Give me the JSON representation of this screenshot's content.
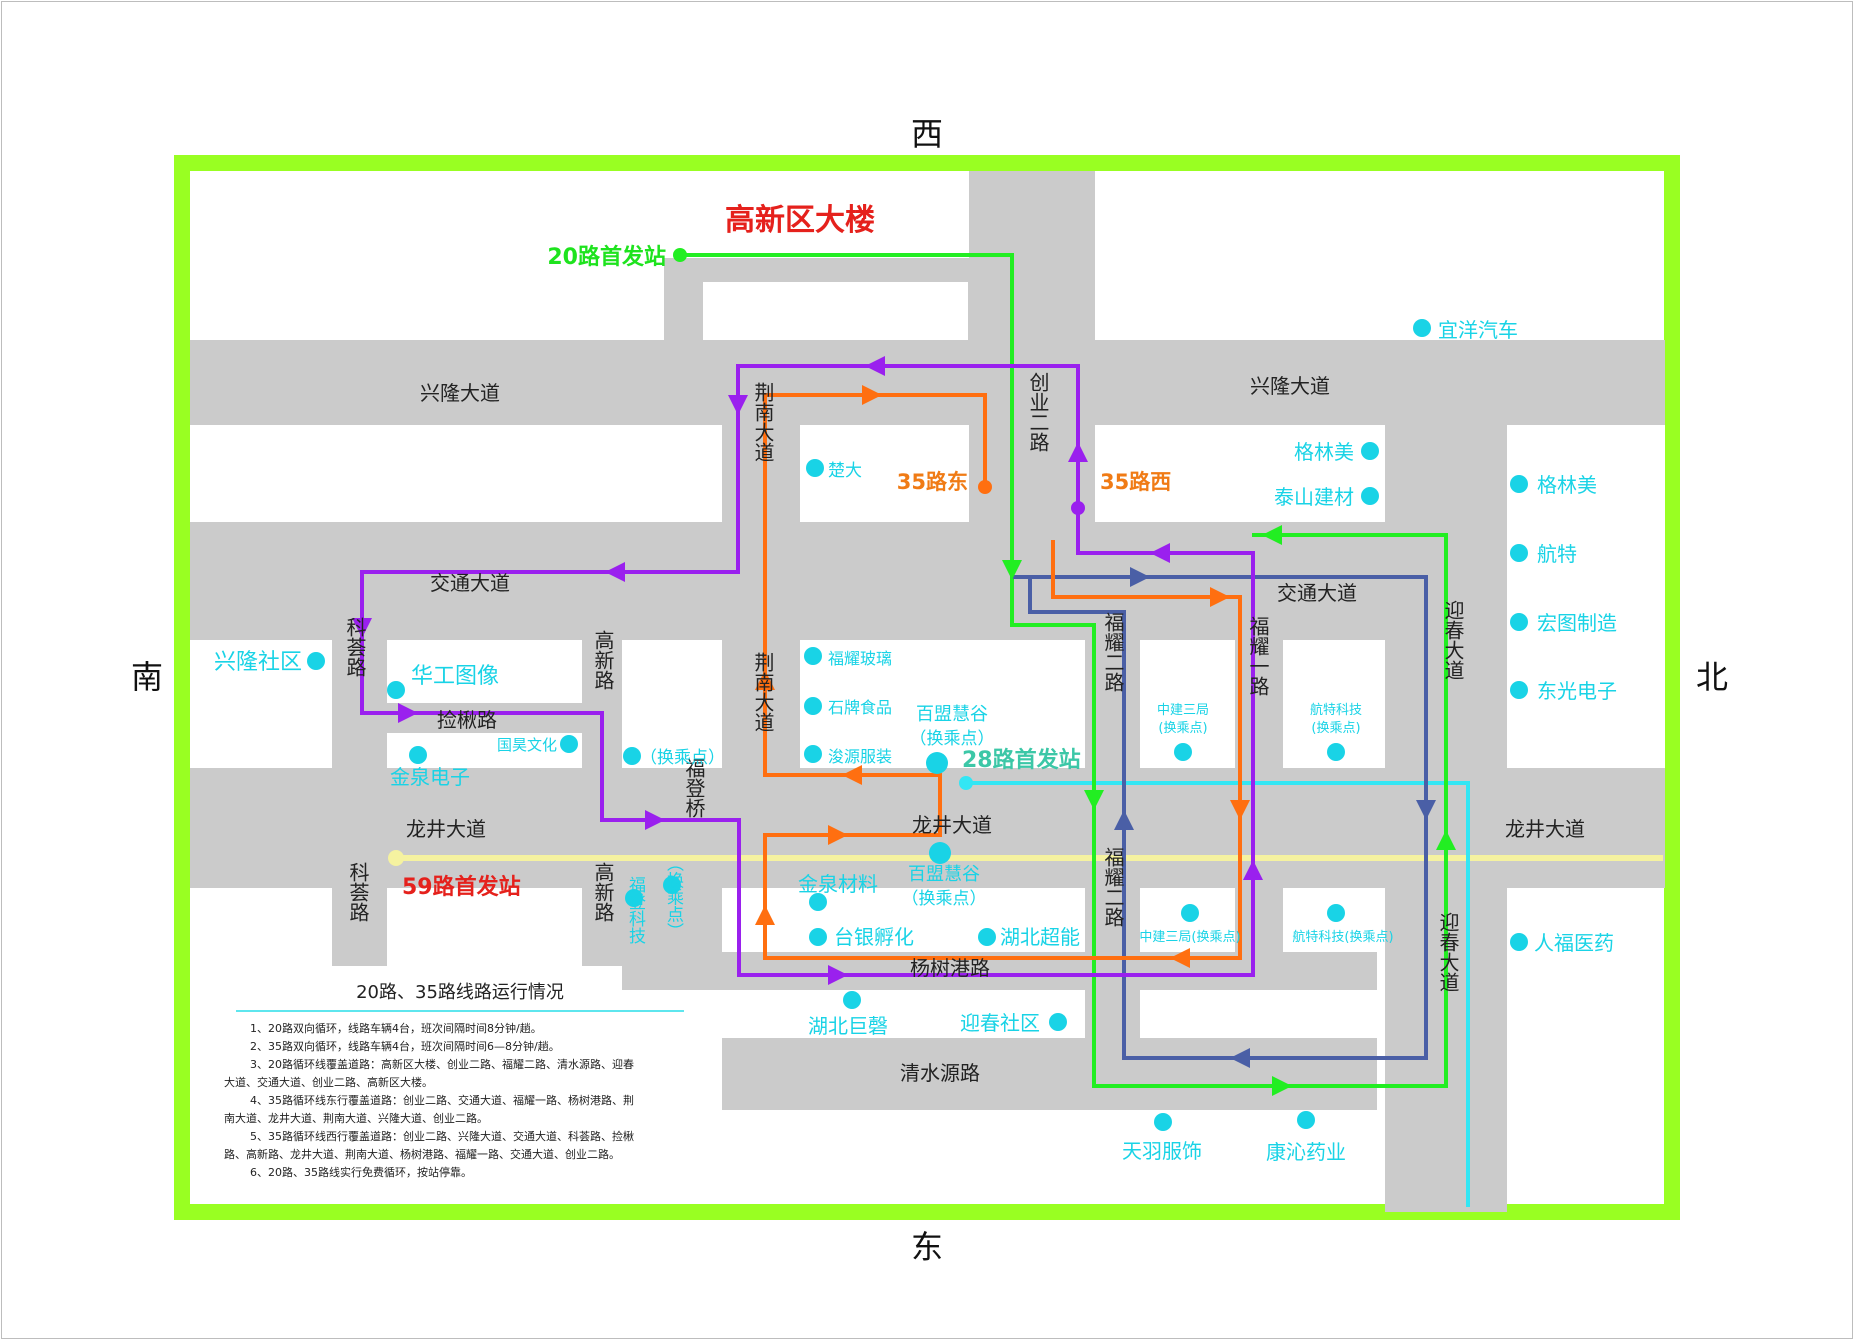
{
  "compass": {
    "west": "西",
    "east": "东",
    "south": "南",
    "north": "北"
  },
  "colors": {
    "frame": "#99ff22",
    "road": "#cbcbcb",
    "block": "#ffffff",
    "route20": "#22ee22",
    "route35east": "#ff6f10",
    "route35west": "#9a20ee",
    "route20blue": "#4a5fa6",
    "route28": "#33e6f4",
    "route59": "#f5f2a0",
    "poi": "#19d3e6"
  },
  "title": "高新区大楼",
  "terminals": {
    "r20": "20路首发站",
    "r35east": "35路东",
    "r35west": "35路西",
    "r28": "28路首发站",
    "r59": "59路首发站"
  },
  "roads": {
    "xinglong_w": "兴隆大道",
    "xinglong_e": "兴隆大道",
    "jingnan_top": "荆南大道",
    "jingnan_mid": "荆南大道",
    "chuangye": "创业二路",
    "jiaotong_w": "交通大道",
    "jiaotong_e": "交通大道",
    "kehui_top": "科荟路",
    "kehui_bot": "科荟路",
    "jianqiu": "捡楸路",
    "gaoxin_top": "高新路",
    "gaoxin_bot": "高新路",
    "fudeng": "福登桥",
    "longjing_w": "龙井大道",
    "longjing_mid": "龙井大道",
    "longjing_e": "龙井大道",
    "yangshugang": "杨树港路",
    "qingshuiyuan": "清水源路",
    "fuyao2_top": "福耀二路",
    "fuyao2_bot": "福耀二路",
    "fuyao1": "福耀一路",
    "yingchun_top": "迎春大道",
    "yingchun_bot": "迎春大道"
  },
  "pois": {
    "yiyang": "宜洋汽车",
    "chuda": "楚大",
    "gelinmei1": "格林美",
    "taishan": "泰山建材",
    "gelinmei2": "格林美",
    "hangte": "航特",
    "hongtu": "宏图制造",
    "dongguang": "东光电子",
    "xinglong_sq": "兴隆社区",
    "huagong": "华工图像",
    "guohao": "国昊文化",
    "jinquan_dz": "金泉电子",
    "transfer_a": "（换乘点）",
    "fuyao_bl": "福耀玻璃",
    "shipai": "石牌食品",
    "junyuan": "浚源服装",
    "baimeng1": "百盟慧谷",
    "baimeng1_t": "（换乘点）",
    "zj3_top": "中建三局",
    "zj3_top_t": "(换乘点)",
    "hangtekj_top": "航特科技",
    "hangtekj_top_t": "(换乘点)",
    "jinquan_cl": "金泉材料",
    "baimeng2": "百盟慧谷",
    "baimeng2_t": "（换乘点）",
    "taiyin": "台银孵化",
    "hubei_cn": "湖北超能",
    "zj3_bot": "中建三局(换乘点)",
    "hangtekj_bot": "航特科技(换乘点)",
    "renfu": "人福医药",
    "fudengkj": "福登科技",
    "transfer_b": "（换乘点）",
    "hubei_jq": "湖北巨磬",
    "yingchun_sq": "迎春社区",
    "tianyu": "天羽服饰",
    "kangqin": "康沁药业"
  },
  "notes": {
    "title": "20路、35路线路运行情况",
    "lines": [
      "1、20路双向循环，线路车辆4台，班次间隔时间8分钟/趟。",
      "2、35路双向循环，线路车辆4台，班次间隔时间6—8分钟/趟。",
      "3、20路循环线覆盖道路：高新区大楼、创业二路、福耀二路、清水源路、迎春",
      "大道、交通大道、创业二路、高新区大楼。",
      "4、35路循环线东行覆盖道路：创业二路、交通大道、福耀一路、杨树港路、荆",
      "南大道、龙井大道、荆南大道、兴隆大道、创业二路。",
      "5、35路循环线西行覆盖道路：创业二路、兴隆大道、交通大道、科荟路、捡楸",
      "路、高新路、龙井大道、荆南大道、杨树港路、福耀一路、交通大道、创业二路。",
      "6、20路、35路线实行免费循环，按站停靠。"
    ]
  }
}
